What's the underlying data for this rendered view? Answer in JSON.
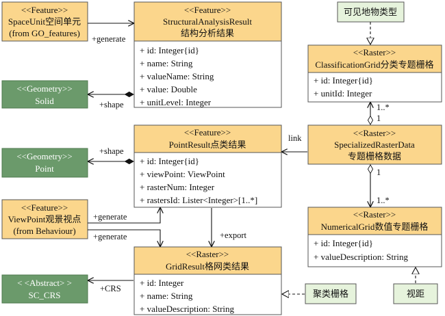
{
  "boxes": {
    "space_unit": {
      "stereo": "<<Feature>>",
      "name": "SpaceUnit空间单元",
      "extra": "(from GO_features)"
    },
    "structural": {
      "stereo": "<<Feature>>",
      "name": "StructuralAnalysisResult",
      "name2": "结构分析结果",
      "attrs": [
        "+ id: Integer{id}",
        "+ name: String",
        "+ valueName: String",
        "+ value: Double",
        "+ unitLevel: Integer"
      ]
    },
    "solid": {
      "stereo": "<<Geometry>>",
      "name": "Solid"
    },
    "point_result": {
      "stereo": "<<Feature>>",
      "name": "PointResult点类结果",
      "attrs": [
        "+ id: Integer{id}",
        "+ viewPoint: ViewPoint",
        "+ rasterNum: Integer",
        "+ rastersId: Lister<Integer>[1..*]"
      ]
    },
    "point_geo": {
      "stereo": "<<Geometry>>",
      "name": "Point"
    },
    "viewpoint": {
      "stereo": "<<Feature>>",
      "name": "ViewPoint观景视点",
      "extra": "(from Behaviour)"
    },
    "grid_result": {
      "stereo": "<<Raster>>",
      "name": "GridResult格网类结果",
      "attrs": [
        "+ id: Integer",
        "+ name: String",
        "+ valueDescription: String"
      ]
    },
    "sc_crs": {
      "stereo": "< <Abstract> >",
      "name": "SC_CRS"
    },
    "classification": {
      "stereo": "<<Raster>>",
      "name": "ClassificationGrid分类专题栅格",
      "attrs": [
        "+ id: Integer{id}",
        "+ unitId: Integer"
      ]
    },
    "specialized": {
      "stereo": "<<Raster>>",
      "name": "SpecializedRasterData",
      "name2": "专题栅格数据"
    },
    "numerical": {
      "stereo": "<<Raster>>",
      "name": "NumericalGrid数值专题栅格",
      "attrs": [
        "+ id: Integer{id}",
        "+ valueDescription: String"
      ]
    }
  },
  "notes": {
    "visible_types": "可见地物类型",
    "cluster_grid": "聚类栅格",
    "view_distance": "视距"
  },
  "labels": {
    "generate_1": "+generate",
    "shape_1": "+shape",
    "shape_2": "+shape",
    "generate_2": "+generate",
    "generate_3": "+generate",
    "export": "+export",
    "crs": "+CRS",
    "link": "link",
    "mult_cls_many": "1..*",
    "mult_cls_one": "1",
    "mult_num_one": "1",
    "mult_num_many": "1..*"
  }
}
